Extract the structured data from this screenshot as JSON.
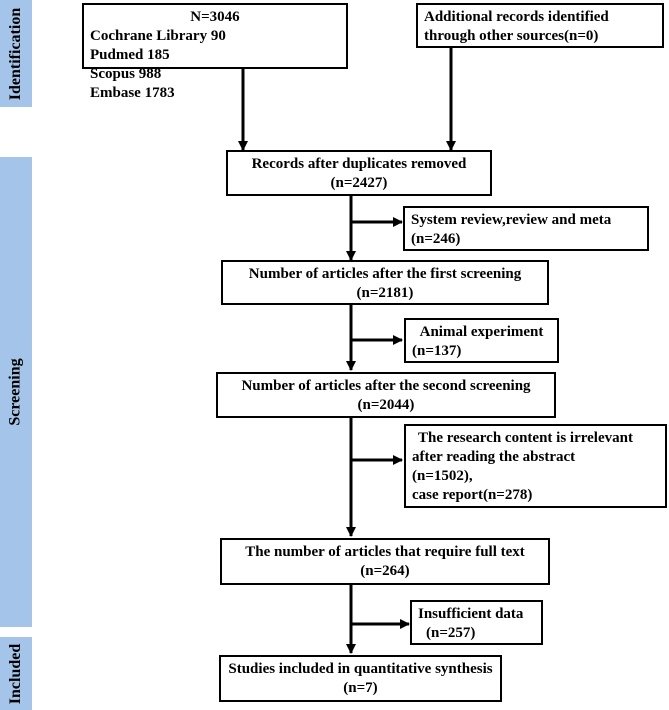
{
  "sidebar": {
    "identification": "Identification",
    "screening": "Screening",
    "included": "Included"
  },
  "identification": {
    "total": "N=3046",
    "db_row1_left": "Cochrane Library 90",
    "db_row1_right": "Pudmed  185",
    "db_row2_left": "Scopus 988",
    "db_row2_right": "Embase  1783",
    "other_line1": "Additional records identified",
    "other_line2": "through other sources(n=0)"
  },
  "screening": {
    "dup_line1": "Records after duplicates removed",
    "dup_line2": "(n=2427)",
    "excl1_line1": "System review,review and meta",
    "excl1_line2": "(n=246)",
    "first_line1": "Number of articles after the first screening",
    "first_line2": "(n=2181)",
    "excl2_line1": "Animal experiment",
    "excl2_line2": "(n=137)",
    "second_line1": "Number of articles after the second  screening",
    "second_line2": "(n=2044)",
    "excl3_line1": "The research content is irrelevant",
    "excl3_line2": "after reading the abstract",
    "excl3_line3": "(n=1502),",
    "excl3_line4": "case report(n=278)",
    "full_line1": "The number of articles that require full text",
    "full_line2": "(n=264)",
    "excl4_line1": "Insufficient data",
    "excl4_line2": "(n=257)"
  },
  "included": {
    "line1": "Studies included in quantitative synthesis",
    "line2": "(n=7)"
  },
  "colors": {
    "sidebar": "#a4c5e9",
    "line": "#000000"
  }
}
